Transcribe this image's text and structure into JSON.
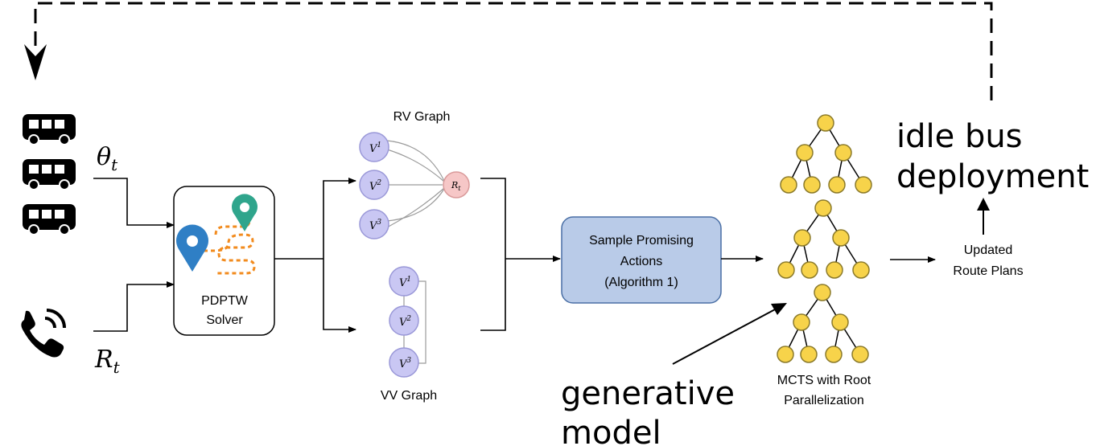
{
  "left_inputs": {
    "theta_label": "θ",
    "theta_sub": "t",
    "r_label": "R",
    "r_sub": "t",
    "bus_icon": "bus-icon",
    "phone_icon": "phone-ringing-icon"
  },
  "solver": {
    "line1": "PDPTW",
    "line2": "Solver",
    "pin_colors": [
      "#2f7fc5",
      "#2fa58c"
    ],
    "route_color": "#f28b1e"
  },
  "rv_graph": {
    "title": "RV Graph",
    "nodes": [
      "V",
      "V",
      "V"
    ],
    "node_sups": [
      "1",
      "2",
      "3"
    ],
    "request": "R",
    "request_sub": "t"
  },
  "vv_graph": {
    "title": "VV Graph",
    "nodes": [
      "V",
      "V",
      "V"
    ],
    "node_sups": [
      "1",
      "2",
      "3"
    ]
  },
  "sample_box": {
    "line1": "Sample Promising",
    "line2": "Actions",
    "line3": "(Algorithm 1)",
    "fill": "#b9cbe8",
    "stroke": "#4a6fa5"
  },
  "mcts": {
    "line1": "MCTS with Root",
    "line2": "Parallelization",
    "node_color": "#f7d34a"
  },
  "output": {
    "line1": "Updated",
    "line2": "Route Plans"
  },
  "annotations": {
    "idle_line1": "idle bus",
    "idle_line2": "deployment",
    "gen_line1": "generative",
    "gen_line2": "model"
  }
}
